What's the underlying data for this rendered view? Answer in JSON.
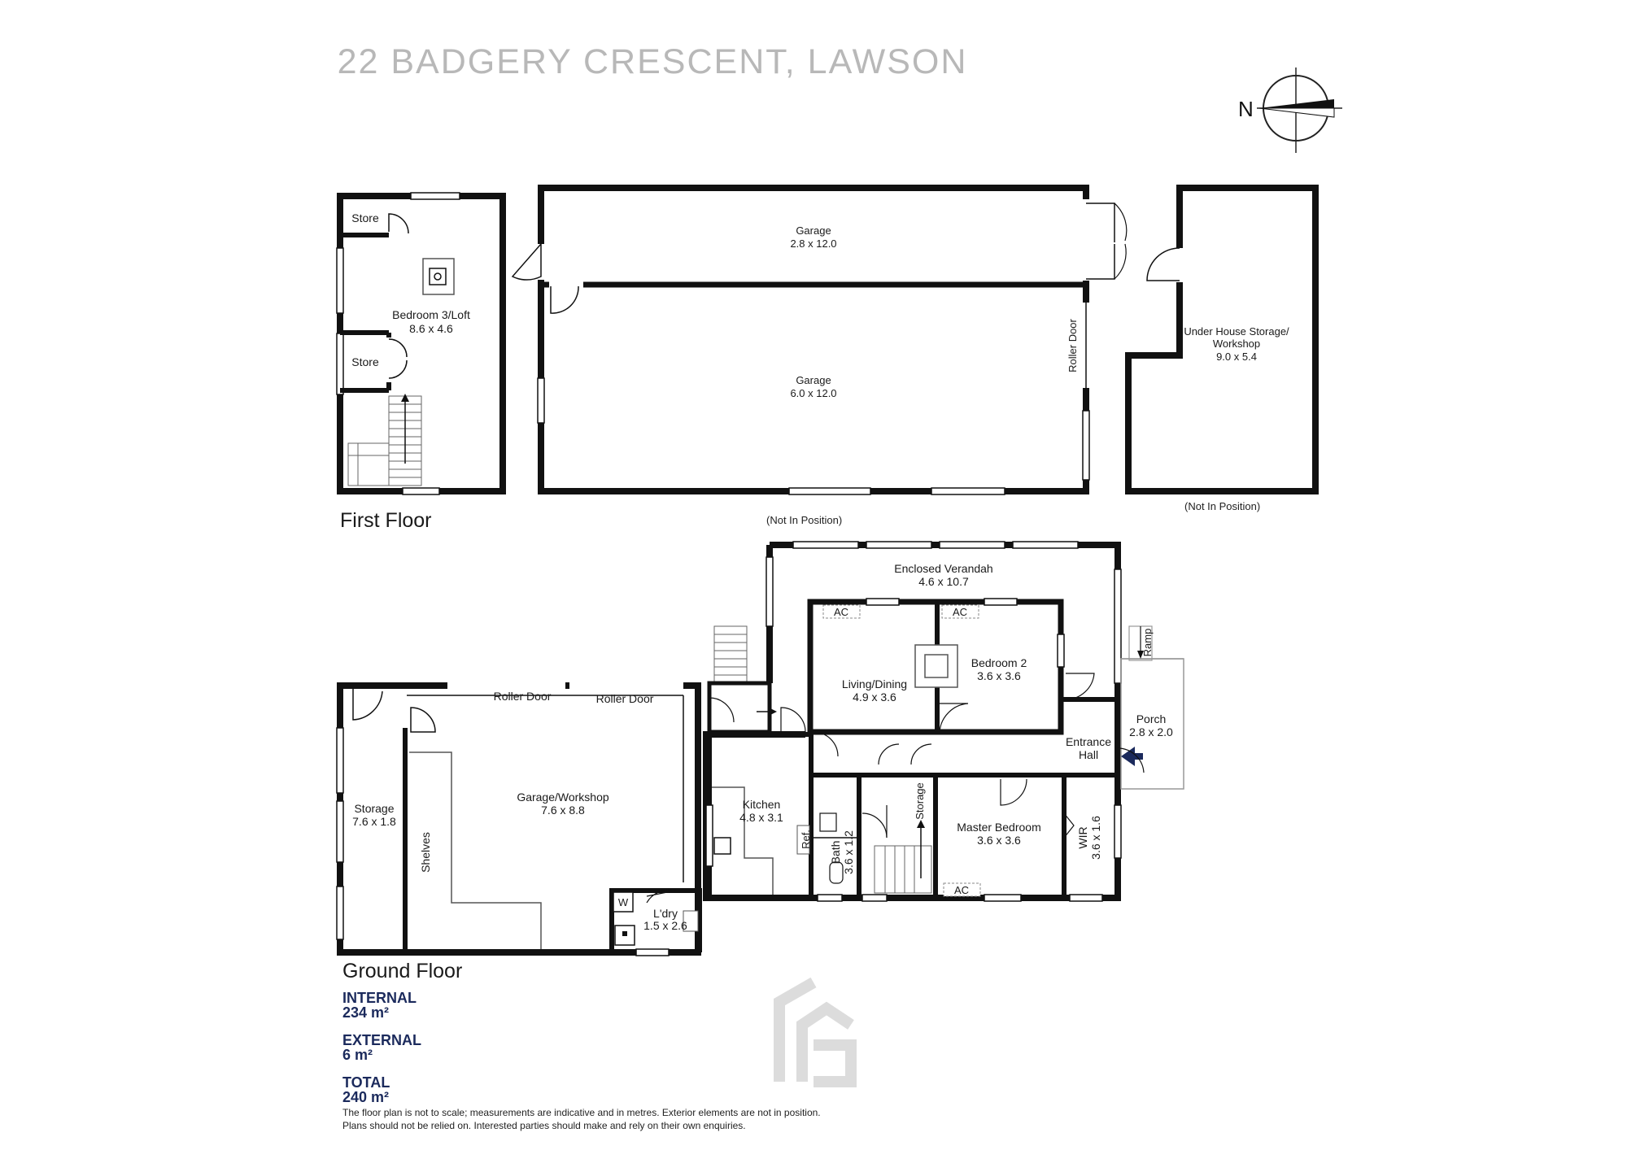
{
  "title": "22 BADGERY CRESCENT, LAWSON",
  "compass": {
    "label": "N"
  },
  "first_floor": {
    "label": "First Floor",
    "rooms": {
      "store_top": "Store",
      "store_mid": "Store",
      "loft_name": "Bedroom 3/Loft",
      "loft_dims": "8.6 x 4.6"
    }
  },
  "garages": {
    "garage_a_name": "Garage",
    "garage_a_dims": "2.8 x 12.0",
    "garage_b_name": "Garage",
    "garage_b_dims": "6.0 x 12.0",
    "roller_door": "Roller Door",
    "not_in_position": "(Not In Position)"
  },
  "under_house": {
    "name_line1": "Under House Storage/",
    "name_line2": "Workshop",
    "dims": "9.0 x 5.4",
    "not_in_position": "(Not In Position)"
  },
  "ground_floor": {
    "label": "Ground Floor",
    "rooms": {
      "verandah_name": "Enclosed Verandah",
      "verandah_dims": "4.6 x 10.7",
      "ac_1": "AC",
      "ac_2": "AC",
      "ac_3": "AC",
      "living_name": "Living/Dining",
      "living_dims": "4.9 x 3.6",
      "bed2_name": "Bedroom 2",
      "bed2_dims": "3.6 x 3.6",
      "ramp": "Ramp",
      "porch_name": "Porch",
      "porch_dims": "2.8 x 2.0",
      "entrance_line1": "Entrance",
      "entrance_line2": "Hall",
      "roller_door_1": "Roller Door",
      "roller_door_2": "Roller Door",
      "storage_name": "Storage",
      "storage_dims": "7.6 x 1.8",
      "shelves": "Shelves",
      "workshop_name": "Garage/Workshop",
      "workshop_dims": "7.6 x 8.8",
      "kitchen_name": "Kitchen",
      "kitchen_dims": "4.8 x 3.1",
      "ref": "Ref.",
      "bath_name": "Bath",
      "bath_dims": "3.6 x 1.2",
      "storage_small": "Storage",
      "master_name": "Master Bedroom",
      "master_dims": "3.6 x 3.6",
      "wir_name": "WIR",
      "wir_dims": "3.6 x 1.6",
      "washer": "W",
      "laundry_name": "L'dry",
      "laundry_dims": "1.5 x 2.6"
    }
  },
  "stats": {
    "internal_label": "INTERNAL",
    "internal_value": "234 m²",
    "external_label": "EXTERNAL",
    "external_value": "6 m²",
    "total_label": "TOTAL",
    "total_value": "240 m²"
  },
  "disclaimer": {
    "line1": "The floor plan is not to scale; measurements are indicative and in metres. Exterior elements are not in position.",
    "line2": "Plans should not be relied on. Interested parties should make and rely on their own enquiries."
  },
  "colors": {
    "wall": "#111111",
    "stats": "#1b2a5c",
    "title": "#b8b8b8",
    "logo": "#dcdcdc"
  }
}
